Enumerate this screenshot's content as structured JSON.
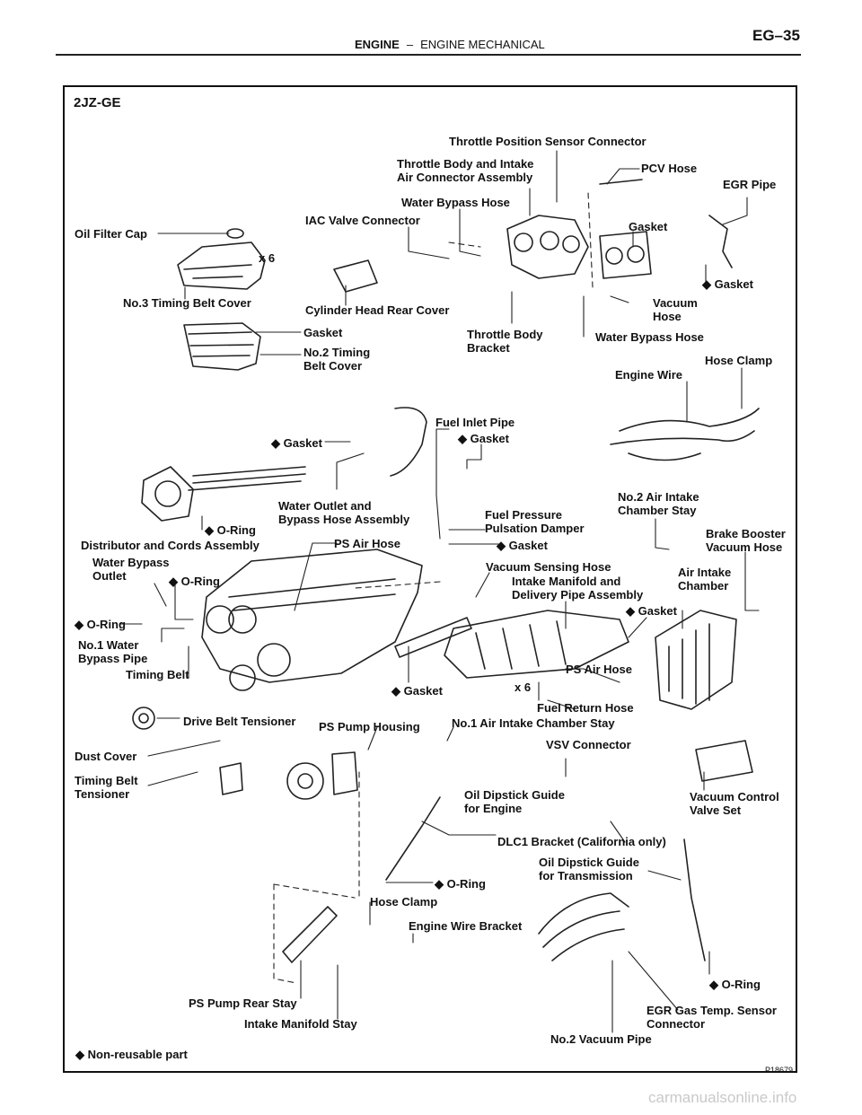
{
  "header": {
    "section": "ENGINE",
    "separator": "–",
    "subsection": "ENGINE MECHANICAL",
    "page": "EG–35"
  },
  "model": "2JZ-GE",
  "legend": "◆ Non-reusable part",
  "figure_code": "P18679",
  "watermark": "carmanualsonline.info",
  "labels": {
    "tps_connector": "Throttle Position Sensor Connector",
    "throttle_body_assy": "Throttle Body and Intake\nAir Connector Assembly",
    "pcv_hose": "PCV Hose",
    "egr_pipe": "EGR Pipe",
    "water_bypass_hose_top": "Water Bypass Hose",
    "iac_valve_connector": "IAC Valve Connector",
    "gasket_tb": "Gasket",
    "oil_filter_cap": "Oil Filter Cap",
    "x6_a": "x 6",
    "gasket_egr": "◆ Gasket",
    "no3_timing_cover": "No.3 Timing Belt Cover",
    "cyl_head_rear_cover": "Cylinder Head Rear Cover",
    "vacuum_hose": "Vacuum\nHose",
    "gasket_cover": "Gasket",
    "no2_timing_cover": "No.2 Timing\nBelt Cover",
    "throttle_body_bracket": "Throttle Body\nBracket",
    "water_bypass_hose_bottom": "Water Bypass Hose",
    "hose_clamp_top": "Hose Clamp",
    "engine_wire": "Engine Wire",
    "fuel_inlet_pipe": "Fuel Inlet Pipe",
    "gasket_fuel": "◆ Gasket",
    "gasket_outlet": "◆ Gasket",
    "water_outlet_assy": "Water Outlet and\nBypass Hose Assembly",
    "oring_dist": "◆ O-Ring",
    "no2_chamber_stay": "No.2 Air Intake\nChamber Stay",
    "fuel_pressure_damper": "Fuel Pressure\nPulsation Damper",
    "gasket_damper": "◆ Gasket",
    "brake_booster_hose": "Brake Booster\nVacuum Hose",
    "distributor_assy": "Distributor and Cords Assembly",
    "ps_air_hose_top": "PS Air Hose",
    "water_bypass_outlet": "Water Bypass\nOutlet",
    "oring_wbo": "◆ O-Ring",
    "vacuum_sensing_hose": "Vacuum Sensing Hose",
    "intake_manifold_assy": "Intake Manifold and\nDelivery Pipe Assembly",
    "air_intake_chamber": "Air Intake\nChamber",
    "gasket_manifold": "◆ Gasket",
    "oring_left": "◆ O-Ring",
    "no1_water_bypass_pipe": "No.1 Water\nBypass Pipe",
    "timing_belt": "Timing Belt",
    "ps_air_hose_mid": "PS Air Hose",
    "x6_b": "x 6",
    "gasket_head": "◆ Gasket",
    "fuel_return_hose": "Fuel Return Hose",
    "drive_belt_tensioner": "Drive Belt Tensioner",
    "ps_pump_housing": "PS Pump Housing",
    "no1_chamber_stay": "No.1 Air Intake Chamber Stay",
    "vsv_connector": "VSV Connector",
    "dust_cover": "Dust Cover",
    "timing_belt_tensioner": "Timing Belt\nTensioner",
    "oil_dipstick_engine": "Oil Dipstick Guide\nfor Engine",
    "vacuum_control_valve": "Vacuum Control\nValve Set",
    "dlc1_bracket": "DLC1 Bracket (California only)",
    "oil_dipstick_trans": "Oil Dipstick Guide\nfor Transmission",
    "oring_dipstick": "◆ O-Ring",
    "hose_clamp_bottom": "Hose Clamp",
    "engine_wire_bracket": "Engine Wire Bracket",
    "oring_trans": "◆ O-Ring",
    "ps_pump_rear_stay": "PS Pump Rear Stay",
    "egr_gas_temp": "EGR Gas Temp. Sensor\nConnector",
    "intake_manifold_stay": "Intake Manifold Stay",
    "no2_vacuum_pipe": "No.2 Vacuum Pipe"
  }
}
